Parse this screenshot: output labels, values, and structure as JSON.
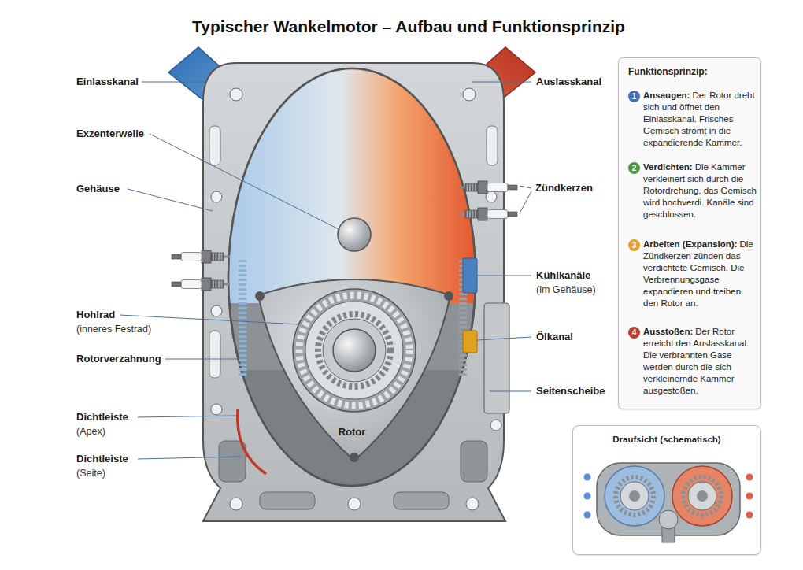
{
  "diagram": {
    "title": "Typischer Wankelmotor – Aufbau und Funktionsprinzip",
    "nodes": [
      {
        "text": [
          "Funktionsprinzip:",
          "Ansaugen:",
          "Der Rotor dreht sich und öffnet den Einlasskanal. Frisches Gemisch strömt in die expandierende Kammer.",
          "Verdichten:",
          "Die Kammer verkleinert sich durch die Rotordrehung, das Gemisch wird hochverdi. Kanäle sind geschlossen.",
          "Arbeiten (Expansion):",
          "Die Zündkerzen zünden das verdichtete Gemisch. Die Verbrennungsgase expandieren und treiben den Rotor an.",
          "Ausstoßen:",
          "Der Rotor erreicht den Auslasskanal. Die verbrannten Gase werden durch die sich verkleinernde Kammer ausgestoßen."
        ]
      },
      {
        "text": [
          "1"
        ],
        "in": 0
      },
      {
        "text": [
          "2"
        ],
        "in": 0
      },
      {
        "text": [
          "3"
        ],
        "in": 0
      },
      {
        "text": [
          "4"
        ],
        "in": 0
      },
      {
        "text": [
          "Draufsicht (schematisch)"
        ]
      }
    ],
    "labels": [
      "Einlasskanal",
      "Exzenterwelle",
      "Gehäuse",
      "Hohlrad",
      "(inneres Festrad)",
      "Rotorverzahnung",
      "Dichtleiste",
      "(Apex)",
      "Dichtleiste",
      "(Seite)",
      "Rotor",
      "Auslasskanal",
      "Zündkerzen",
      "Kühlkanäle",
      "(im Gehäuse)",
      "Ölkanal",
      "Seitenscheibe"
    ]
  }
}
